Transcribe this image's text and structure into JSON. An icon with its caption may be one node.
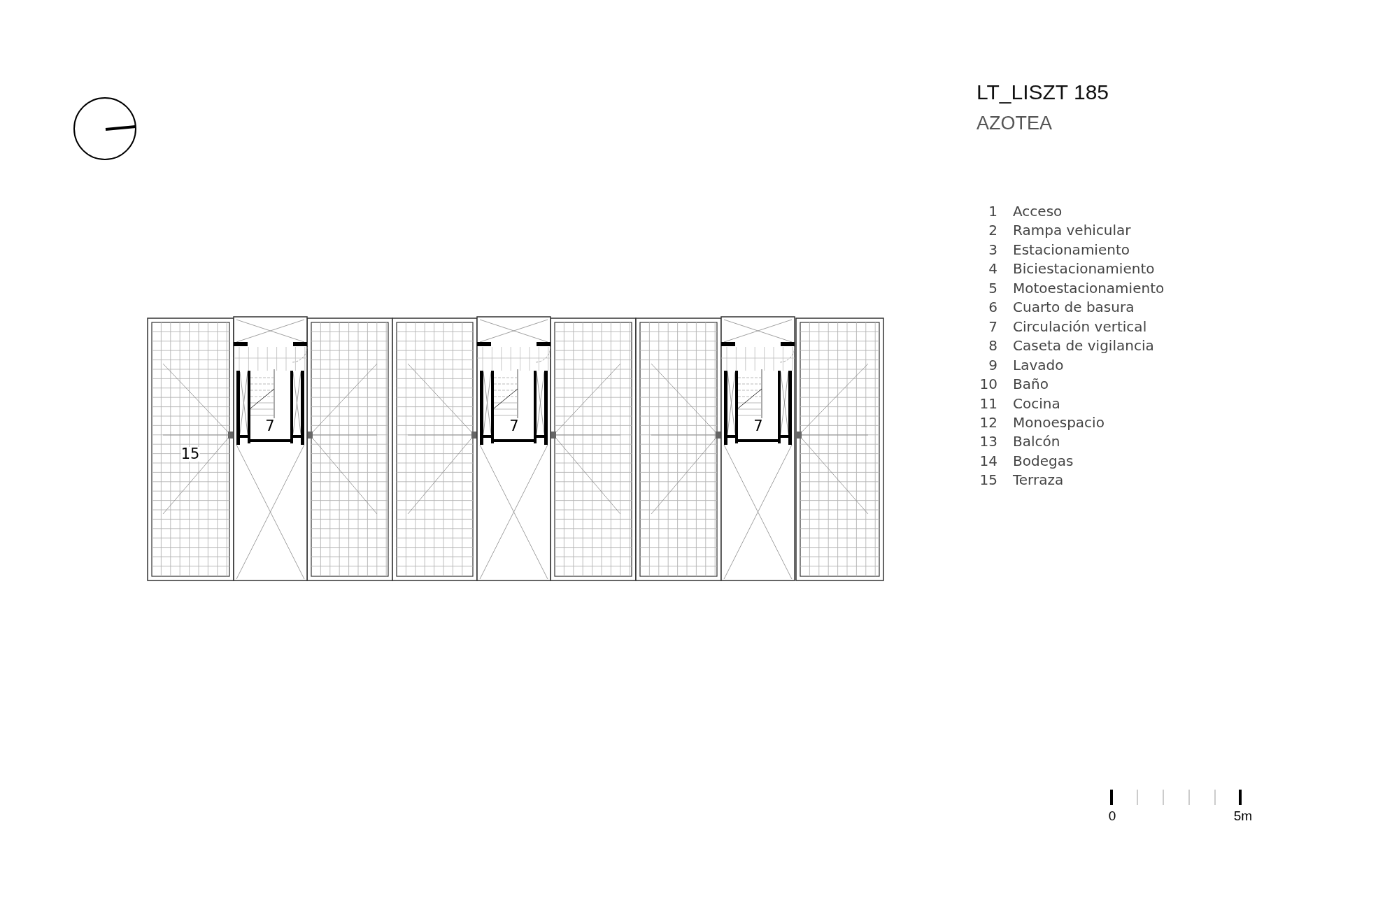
{
  "diagram": {
    "title": "LT_LISZT 185",
    "labels": [
      "AZOTEA",
      "1",
      "Acceso",
      "2",
      "Rampa vehicular",
      "3",
      "Estacionamiento",
      "4",
      "Biciestacionamiento",
      "5",
      "Motoestacionamiento",
      "6",
      "Cuarto de basura",
      "7",
      "Circulación vertical",
      "8",
      "Caseta de vigilancia",
      "9",
      "Lavado",
      "10",
      "Baño",
      "11",
      "Cocina",
      "12",
      "Monoespacio",
      "13",
      "Balcón",
      "14",
      "Bodegas",
      "15",
      "Terraza",
      "7",
      "7",
      "7",
      "15",
      "0",
      "5m"
    ]
  }
}
